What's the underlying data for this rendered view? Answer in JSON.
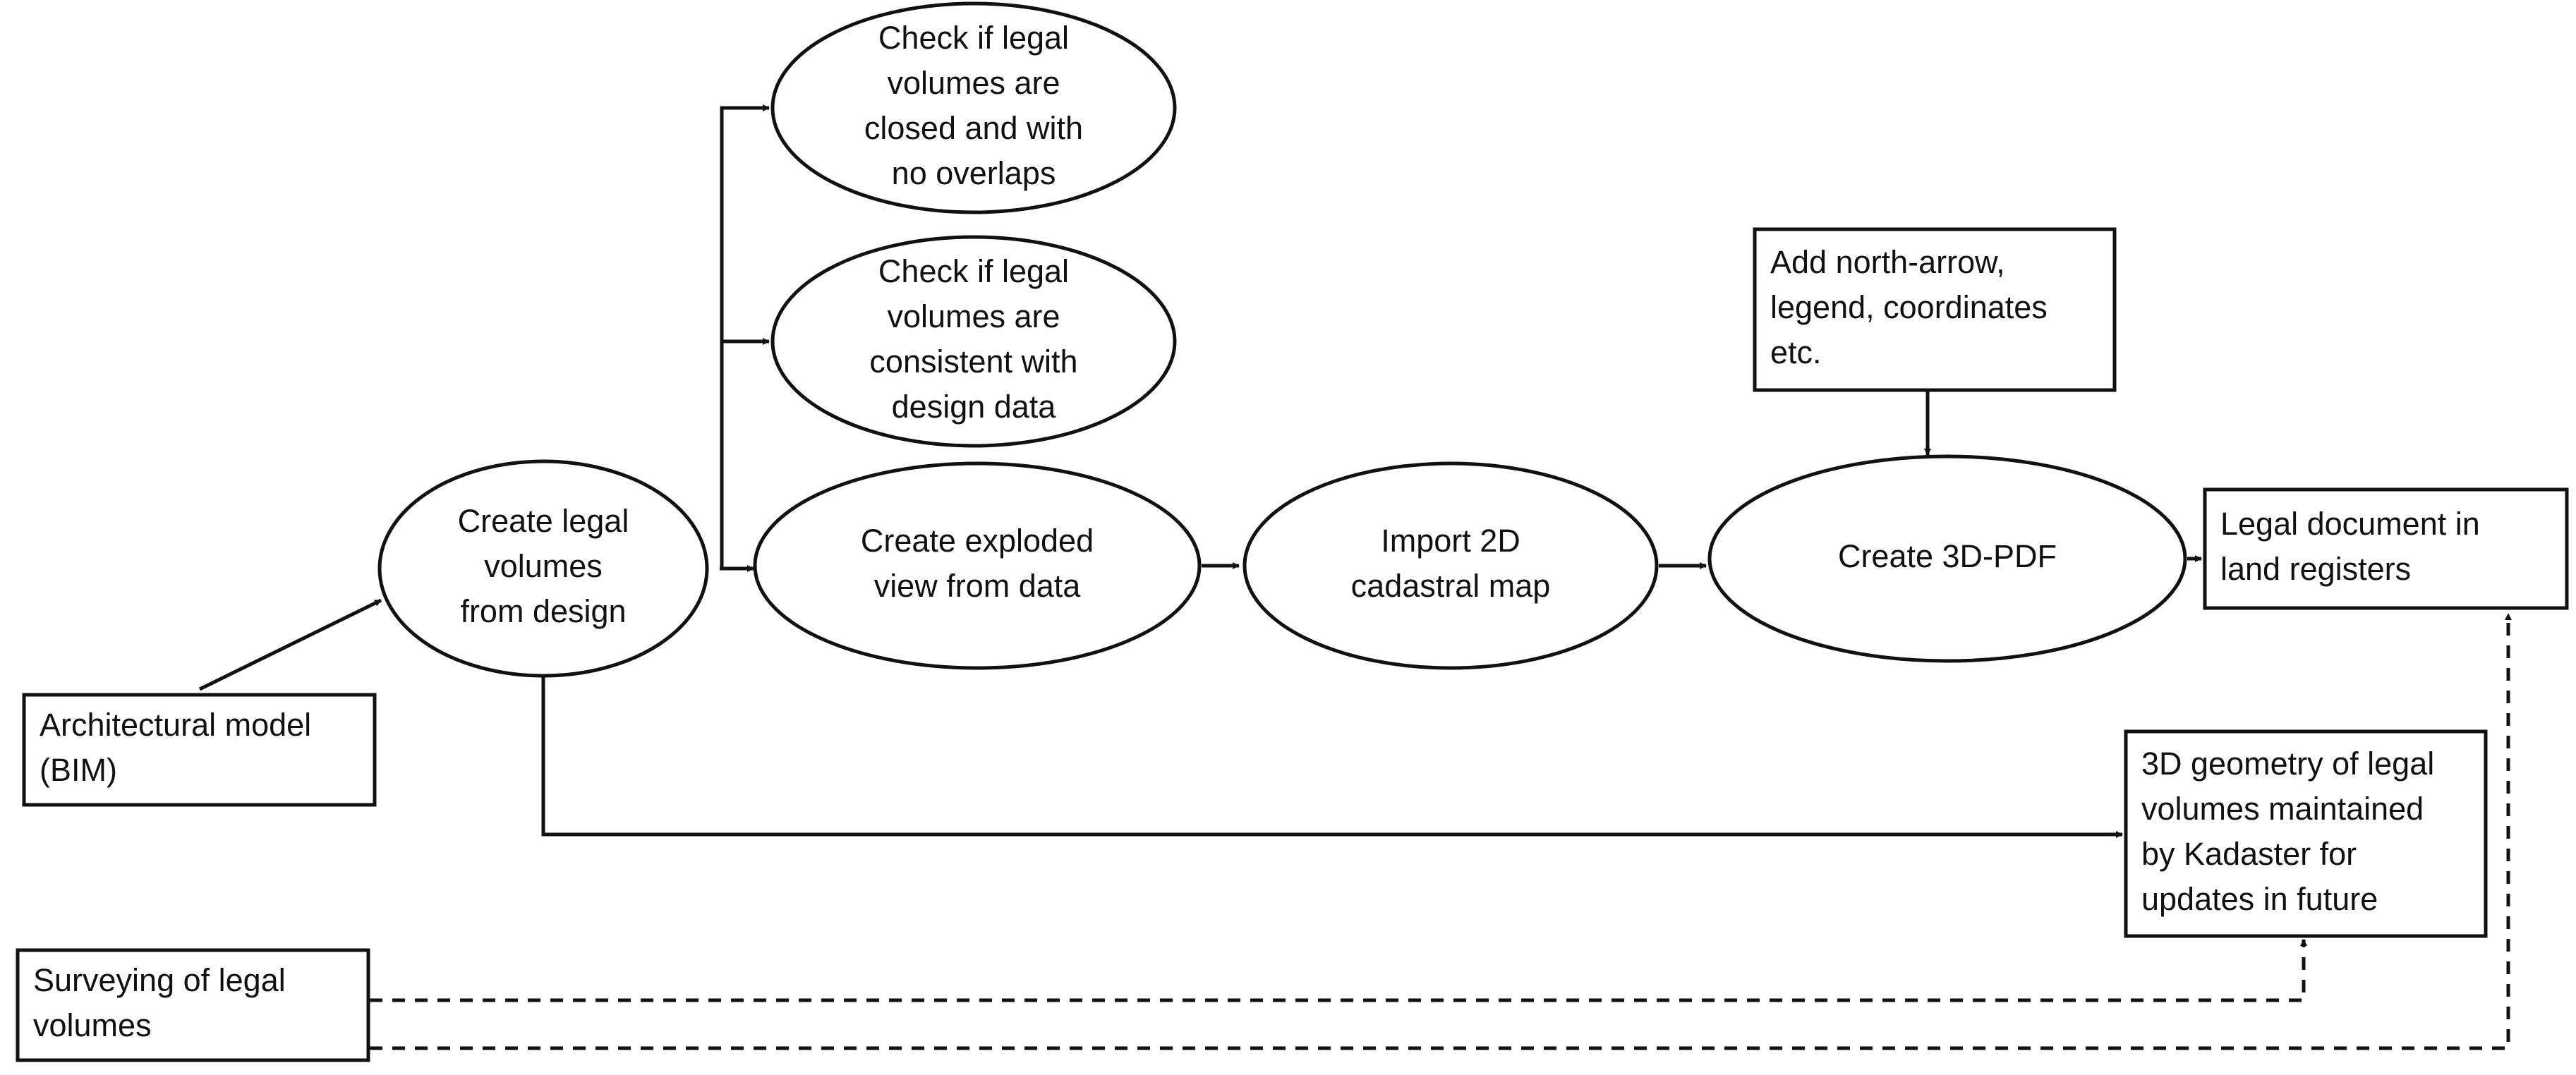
{
  "nodes": {
    "arch_model": {
      "kind": "box",
      "lines": [
        "Architectural model",
        "(BIM)"
      ]
    },
    "create_legal": {
      "kind": "ellipse",
      "lines": [
        "Create legal",
        "volumes",
        "from design"
      ]
    },
    "check_closed": {
      "kind": "ellipse",
      "lines": [
        "Check if legal",
        "volumes are",
        "closed and with",
        "no overlaps"
      ]
    },
    "check_consistent": {
      "kind": "ellipse",
      "lines": [
        "Check if legal",
        "volumes are",
        "consistent with",
        "design data"
      ]
    },
    "exploded_view": {
      "kind": "ellipse",
      "lines": [
        "Create exploded",
        "view from data"
      ]
    },
    "import_2d": {
      "kind": "ellipse",
      "lines": [
        "Import 2D",
        "cadastral map"
      ]
    },
    "create_3dpdf": {
      "kind": "ellipse",
      "lines": [
        "Create 3D-PDF"
      ]
    },
    "add_north": {
      "kind": "box",
      "lines": [
        "Add north-arrow,",
        "legend, coordinates",
        "etc."
      ]
    },
    "legal_doc": {
      "kind": "box",
      "lines": [
        "Legal document in",
        "land registers"
      ]
    },
    "geometry_3d": {
      "kind": "box",
      "lines": [
        "3D geometry of legal",
        "volumes maintained",
        "by Kadaster for",
        "updates in future"
      ]
    },
    "surveying": {
      "kind": "box",
      "lines": [
        "Surveying of legal",
        "volumes"
      ]
    }
  },
  "edges": [
    {
      "from": "arch_model",
      "to": "create_legal",
      "style": "solid"
    },
    {
      "from": "create_legal",
      "to": "check_closed",
      "style": "solid"
    },
    {
      "from": "create_legal",
      "to": "check_consistent",
      "style": "solid"
    },
    {
      "from": "create_legal",
      "to": "exploded_view",
      "style": "solid"
    },
    {
      "from": "exploded_view",
      "to": "import_2d",
      "style": "solid"
    },
    {
      "from": "import_2d",
      "to": "create_3dpdf",
      "style": "solid"
    },
    {
      "from": "add_north",
      "to": "create_3dpdf",
      "style": "solid"
    },
    {
      "from": "create_3dpdf",
      "to": "legal_doc",
      "style": "solid"
    },
    {
      "from": "create_legal",
      "to": "geometry_3d",
      "style": "solid"
    },
    {
      "from": "surveying",
      "to": "geometry_3d",
      "style": "dashed"
    },
    {
      "from": "surveying",
      "to": "legal_doc",
      "style": "dashed"
    }
  ]
}
